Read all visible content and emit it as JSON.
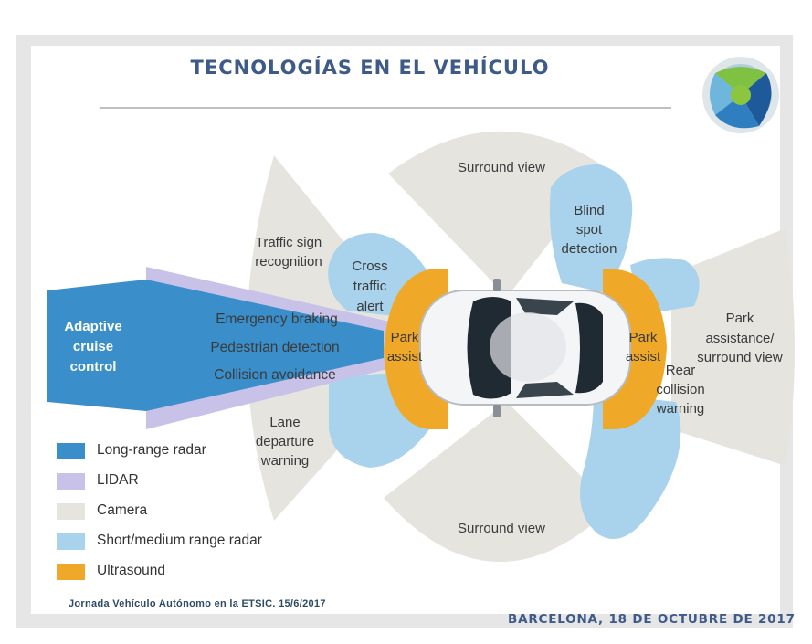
{
  "slide": {
    "title": "TECNOLOGÍAS EN EL VEHÍCULO",
    "footer_left": "Jornada Vehículo Autónomo en la ETSIC. 15/6/2017",
    "footer_right": "BARCELONA, 18 DE OCTUBRE DE 2017"
  },
  "colors": {
    "long_range_radar": "#3a8fcb",
    "lidar": "#c8c2e8",
    "camera": "#e6e4df",
    "short_medium_radar": "#a9d3ec",
    "ultrasound": "#f0a828",
    "title": "#3d5a88"
  },
  "diagram": {
    "adaptive_cruise": [
      "Adaptive",
      "cruise",
      "control"
    ],
    "traffic_sign": [
      "Traffic sign",
      "recognition"
    ],
    "cross_traffic": [
      "Cross",
      "traffic",
      "alert"
    ],
    "emergency_braking": "Emergency braking",
    "pedestrian_detection": "Pedestrian detection",
    "collision_avoidance": "Collision avoidance",
    "lane_departure": [
      "Lane",
      "departure",
      "warning"
    ],
    "surround_view_top": "Surround view",
    "surround_view_bottom": "Surround view",
    "blind_spot": [
      "Blind",
      "spot",
      "detection"
    ],
    "park_assist_front": [
      "Park",
      "assist"
    ],
    "park_assist_rear": [
      "Park",
      "assist"
    ],
    "rear_collision": [
      "Rear",
      "collision",
      "warning"
    ],
    "park_surround": [
      "Park",
      "assistance/",
      "surround view"
    ],
    "icons": [
      "car-icon",
      "logo-icon"
    ]
  },
  "legend": [
    {
      "label": "Long-range radar",
      "color": "#3a8fcb"
    },
    {
      "label": "LIDAR",
      "color": "#c8c2e8"
    },
    {
      "label": "Camera",
      "color": "#e6e4df"
    },
    {
      "label": "Short/medium range radar",
      "color": "#a9d3ec"
    },
    {
      "label": "Ultrasound",
      "color": "#f0a828"
    }
  ]
}
